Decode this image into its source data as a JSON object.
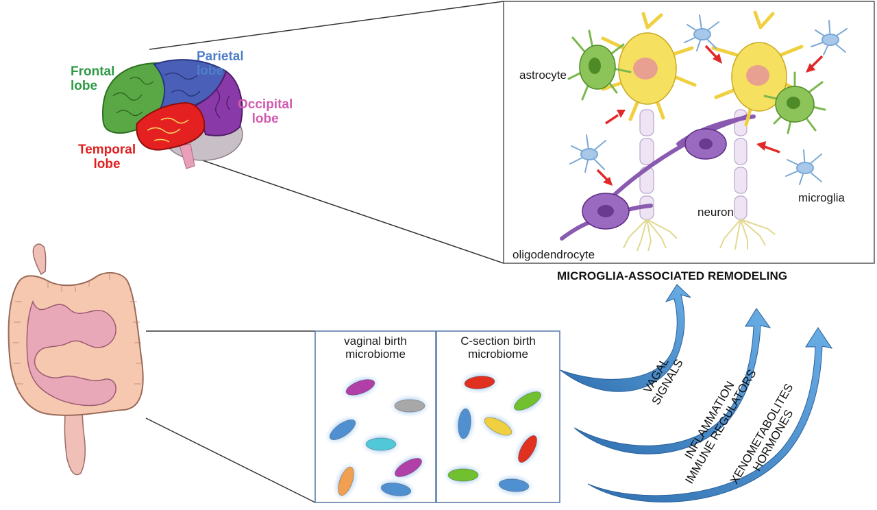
{
  "brain": {
    "lobes": {
      "frontal": "Frontal\nlobe",
      "parietal": "Parietal\nlobe",
      "occipital": "Occipital\nlobe",
      "temporal": "Temporal\nlobe"
    },
    "colors": {
      "frontal": "#5aa845",
      "parietal": "#4a5fb8",
      "occipital": "#8a3aa8",
      "temporal": "#e42020",
      "cerebellum": "#c9bfc6",
      "brainstem": "#e8a0b8"
    }
  },
  "label_colors": {
    "frontal": "#2e9a45",
    "parietal": "#4f7fc8",
    "occipital": "#d05ab0",
    "temporal": "#e02020"
  },
  "neural_panel": {
    "astrocyte_label": "astrocyte",
    "microglia_label": "microglia",
    "neuron_label": "neuron",
    "oligodendrocyte_label": "oligodendrocyte",
    "title": "MICROGLIA-ASSOCIATED REMODELING"
  },
  "microbiome": {
    "vaginal_label": "vaginal birth\nmicrobiome",
    "csection_label": "C-section birth\nmicrobiome",
    "bacteria_colors": [
      "#b040a8",
      "#a8a8a8",
      "#5090d0",
      "#50c8d8",
      "#b040a8",
      "#f0a050",
      "#5090d0",
      "#e03020",
      "#70c030",
      "#5090d0",
      "#f0d040",
      "#e03020",
      "#70c030",
      "#5090d0"
    ]
  },
  "pathways": {
    "arrow_color": "#3a82c8",
    "vagal": "VAGAL\nSIGNALS",
    "immune": "INFLAMMATION\nIMMUNE REGULATORS",
    "hormones": "XENOMETABOLITES\nHORMONES"
  }
}
